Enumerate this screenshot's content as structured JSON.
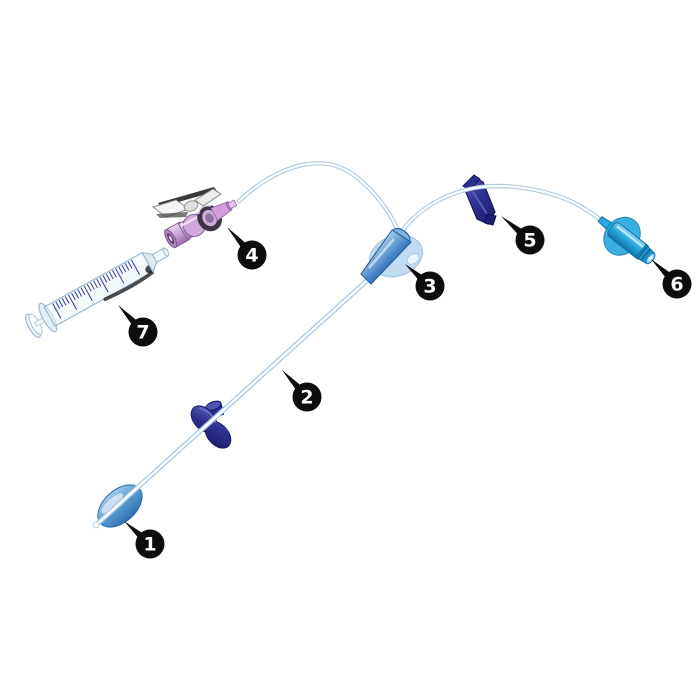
{
  "figure": {
    "kind": "exploded-parts-diagram",
    "background": "#ffffff"
  },
  "callouts": [
    {
      "label": "1",
      "part": "balloon-tip"
    },
    {
      "label": "2",
      "part": "catheter-tubing"
    },
    {
      "label": "3",
      "part": "suture-wing-hub"
    },
    {
      "label": "4",
      "part": "stopcock"
    },
    {
      "label": "5",
      "part": "slide-clamp"
    },
    {
      "label": "6",
      "part": "luer-connector"
    },
    {
      "label": "7",
      "part": "syringe"
    }
  ],
  "palette": {
    "background": "#ffffff",
    "tube_outline": "#a9c9e5",
    "tube_core": "#ffffff",
    "badge": "#0d0d0d",
    "badge_text": "#ffffff",
    "navy": "#2c2f8c",
    "navy_dark": "#15175f",
    "navy_light": "#6a6fc4",
    "hub_blue": "#4584c6",
    "hub_blue_dark": "#1e5796",
    "hub_disc": "#b7d6ef",
    "connector_blue": "#29a8e0",
    "connector_dark": "#1173a8",
    "connector_light": "#8fd6f4",
    "stopcock_lilac": "#c9a3d6",
    "stopcock_lilac_dark": "#9a6cac",
    "stopcock_collar": "#3c3348",
    "handle_white": "#f2f2f2",
    "balloon_blue": "#5b9fd4",
    "balloon_dark": "#2f6fb0",
    "balloon_light": "#a6cdea",
    "syringe_outline": "#9db8d2",
    "graduation_blue": "#3b4aa0",
    "shadow_dark": "#1b1b1b"
  }
}
